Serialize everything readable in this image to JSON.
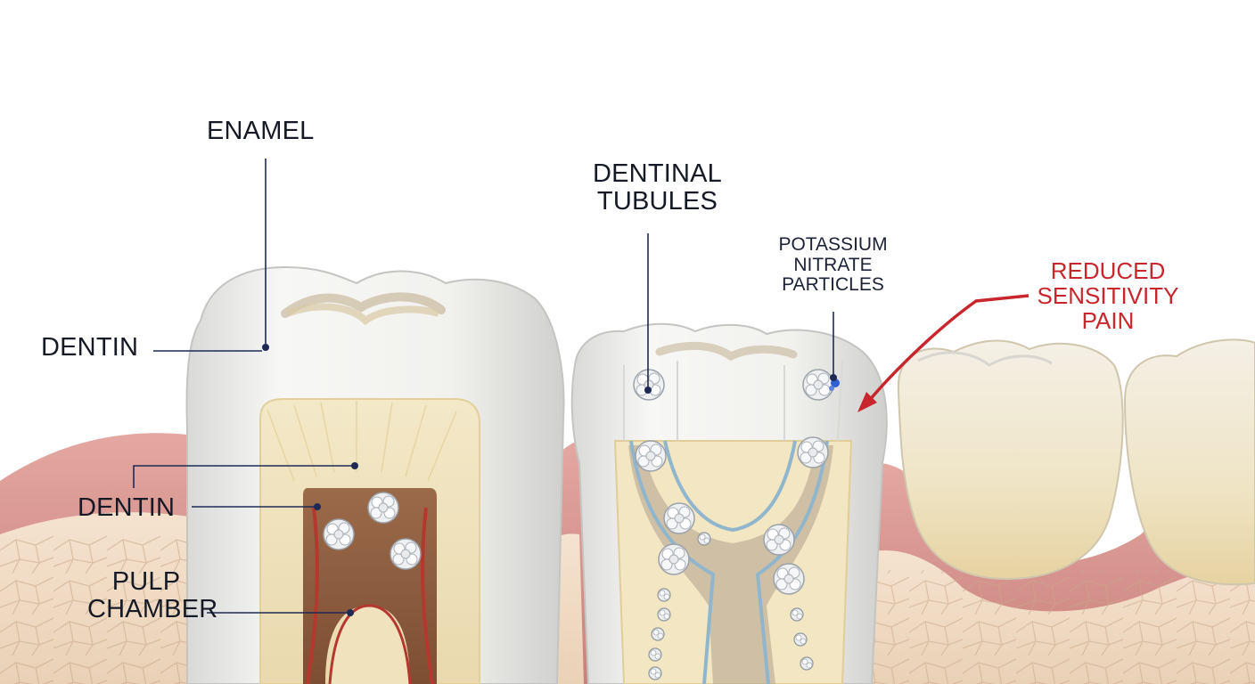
{
  "labels": {
    "enamel": "ENAMEL",
    "dentin_top": "DENTIN",
    "dentin_mid": "DENTIN",
    "pulp_chamber": [
      "PULP",
      "CHAMBER"
    ],
    "dentinal_tubules": [
      "DENTINAL",
      "TUBULES"
    ],
    "potassium_nitrate": [
      "POTASSIUM",
      "NITRATE",
      "PARTICLES"
    ],
    "reduced_sensitivity": [
      "REDUCED",
      "SENSITIVITY",
      "PAIN"
    ]
  },
  "colors": {
    "leader_line": "#1e2a55",
    "annotation_red": "#c8262c",
    "gum": "#d99a94",
    "enamel": "#f1f1ef",
    "dentin": "#efe2bd",
    "pulp": "#8b5a3c",
    "tubule_wall": "#8fb6cc",
    "bone": "#f3dfc8"
  }
}
